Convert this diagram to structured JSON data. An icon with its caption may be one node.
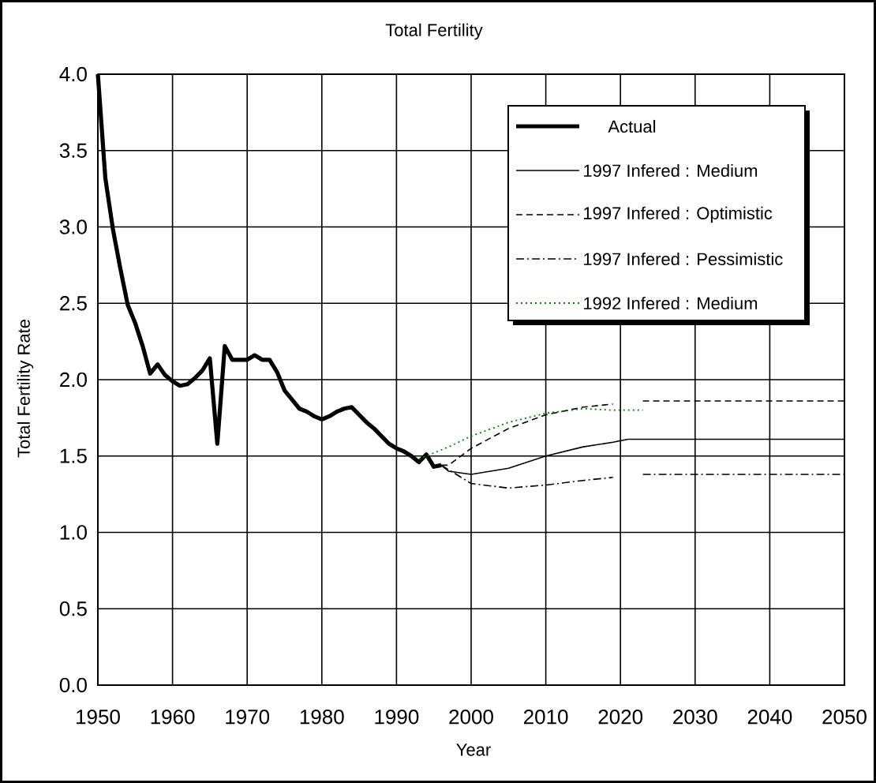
{
  "diagram": {
    "chart_data": {
      "type": "line",
      "title": "Total Fertility",
      "xlabel": "Year",
      "ylabel": "Total Fertility Rate",
      "x": [
        1950,
        1951,
        1952,
        1953,
        1954,
        1955,
        1956,
        1957,
        1958,
        1959,
        1960,
        1961,
        1962,
        1963,
        1964,
        1965,
        1966,
        1967,
        1968,
        1969,
        1970,
        1971,
        1972,
        1973,
        1974,
        1975,
        1976,
        1977,
        1978,
        1979,
        1980,
        1981,
        1982,
        1983,
        1984,
        1985,
        1986,
        1987,
        1988,
        1989,
        1990,
        1991,
        1992,
        1993,
        1994,
        1995,
        1996,
        1997,
        2000,
        2005,
        2010,
        2015,
        2019,
        2021,
        2023,
        2025,
        2030,
        2035,
        2040,
        2045,
        2050
      ],
      "series": [
        {
          "name": "Actual",
          "color": "#000000",
          "line_style": "solid",
          "values": [
            4.0,
            3.32,
            2.99,
            2.73,
            2.49,
            2.37,
            2.22,
            2.04,
            2.1,
            2.03,
            1.99,
            1.96,
            1.97,
            2.01,
            2.06,
            2.14,
            1.58,
            2.22,
            2.13,
            2.13,
            2.13,
            2.16,
            2.13,
            2.13,
            2.05,
            1.93,
            1.87,
            1.81,
            1.79,
            1.76,
            1.74,
            1.76,
            1.79,
            1.81,
            1.82,
            1.77,
            1.72,
            1.68,
            1.63,
            1.58,
            1.55,
            1.53,
            1.5,
            1.46,
            1.51,
            1.43,
            1.44,
            null,
            null,
            null,
            null,
            null,
            null,
            null,
            null,
            null,
            null,
            null,
            null,
            null,
            null
          ]
        },
        {
          "name": "1997 Infered : Medium",
          "color": "#000000",
          "line_style": "solid",
          "values": [
            null,
            null,
            null,
            null,
            null,
            null,
            null,
            null,
            null,
            null,
            null,
            null,
            null,
            null,
            null,
            null,
            null,
            null,
            null,
            null,
            null,
            null,
            null,
            null,
            null,
            null,
            null,
            null,
            null,
            null,
            null,
            null,
            null,
            null,
            null,
            null,
            null,
            null,
            null,
            null,
            null,
            null,
            null,
            null,
            null,
            null,
            1.44,
            1.4,
            1.38,
            1.42,
            1.5,
            1.56,
            1.59,
            1.61,
            1.61,
            1.61,
            1.61,
            1.61,
            1.61,
            1.61,
            1.61
          ]
        },
        {
          "name": "1997 Infered : Optimistic",
          "color": "#000000",
          "line_style": "dashed",
          "values": [
            null,
            null,
            null,
            null,
            null,
            null,
            null,
            null,
            null,
            null,
            null,
            null,
            null,
            null,
            null,
            null,
            null,
            null,
            null,
            null,
            null,
            null,
            null,
            null,
            null,
            null,
            null,
            null,
            null,
            null,
            null,
            null,
            null,
            null,
            null,
            null,
            null,
            null,
            null,
            null,
            null,
            null,
            null,
            null,
            null,
            null,
            1.44,
            1.44,
            1.55,
            1.68,
            1.77,
            1.82,
            1.84,
            null,
            1.86,
            1.86,
            1.86,
            1.86,
            1.86,
            1.86,
            1.86
          ]
        },
        {
          "name": "1997 Infered : Pessimistic",
          "color": "#000000",
          "line_style": "dashdot",
          "values": [
            null,
            null,
            null,
            null,
            null,
            null,
            null,
            null,
            null,
            null,
            null,
            null,
            null,
            null,
            null,
            null,
            null,
            null,
            null,
            null,
            null,
            null,
            null,
            null,
            null,
            null,
            null,
            null,
            null,
            null,
            null,
            null,
            null,
            null,
            null,
            null,
            null,
            null,
            null,
            null,
            null,
            null,
            null,
            null,
            null,
            null,
            1.44,
            1.41,
            1.32,
            1.29,
            1.31,
            1.34,
            1.36,
            null,
            1.38,
            1.38,
            1.38,
            1.38,
            1.38,
            1.38,
            1.38
          ]
        },
        {
          "name": "1992 Infered : Medium",
          "color": "#008000",
          "line_style": "dotted",
          "values": [
            null,
            null,
            null,
            null,
            null,
            null,
            null,
            null,
            null,
            null,
            null,
            null,
            null,
            null,
            null,
            null,
            null,
            null,
            null,
            null,
            null,
            null,
            null,
            null,
            null,
            null,
            null,
            null,
            null,
            null,
            null,
            null,
            null,
            null,
            null,
            null,
            null,
            null,
            null,
            null,
            null,
            null,
            null,
            1.48,
            1.5,
            1.52,
            1.54,
            1.56,
            1.63,
            1.72,
            1.78,
            1.81,
            1.8,
            1.8,
            1.8,
            null,
            null,
            null,
            null,
            null,
            null
          ]
        }
      ],
      "grid": true,
      "legend": true,
      "xlim": [
        1950,
        2050
      ],
      "ylim": [
        0,
        4
      ],
      "xticks": [
        1950,
        1960,
        1970,
        1980,
        1990,
        2000,
        2010,
        2020,
        2030,
        2040,
        2050
      ],
      "yticks": [
        {
          "value": 0,
          "label": "0.0"
        },
        {
          "value": 0.5,
          "label": "0.5"
        },
        {
          "value": 1,
          "label": "1.0"
        },
        {
          "value": 1.5,
          "label": "1.5"
        },
        {
          "value": 2,
          "label": "2.0"
        },
        {
          "value": 2.5,
          "label": "2.5"
        },
        {
          "value": 3,
          "label": "3.0"
        },
        {
          "value": 3.5,
          "label": "3.5"
        },
        {
          "value": 4,
          "label": "4.0"
        }
      ]
    }
  }
}
